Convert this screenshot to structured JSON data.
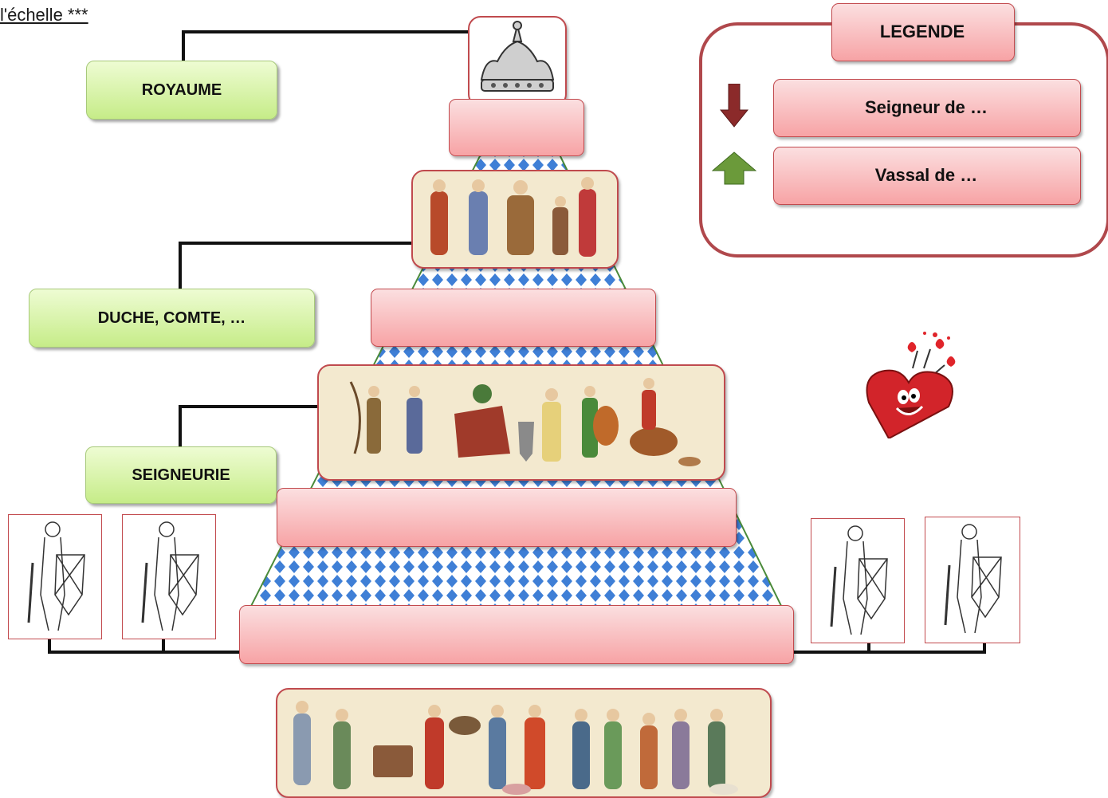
{
  "title": "l'échelle ***",
  "levels": {
    "royaume": "ROYAUME",
    "duche": "DUCHE, COMTE, …",
    "seigneurie": "SEIGNEURIE"
  },
  "legend": {
    "heading": "LEGENDE",
    "items": [
      {
        "icon": "arrow-down-icon",
        "label": "Seigneur de …",
        "color": "#8b2a2a"
      },
      {
        "icon": "arrow-up-icon",
        "label": "Vassal de …",
        "color": "#6b9a3a"
      }
    ]
  },
  "colors": {
    "label_green": "#c6ec88",
    "box_pink": "#f7a3a5",
    "border_red": "#c24a4e",
    "pattern_blue": "#3f7fd6"
  }
}
